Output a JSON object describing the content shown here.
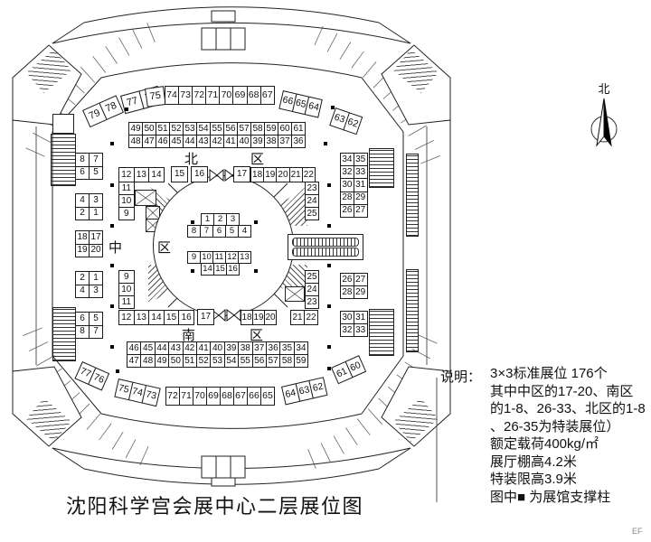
{
  "title": "沈阳科学宫会展中心二层展位图",
  "watermark": "EF",
  "compass_label": "北",
  "labels": {
    "north": [
      "北",
      "区"
    ],
    "center": [
      "中",
      "区"
    ],
    "south": [
      "南",
      "区"
    ]
  },
  "legend": {
    "heading": "说明：",
    "lines": [
      "3×3标准展位 176个",
      "其中中区的17-20、南区",
      "的1-8、26-33、北区的1-8",
      "、26-35为特装展位）",
      "额定载荷400kg/㎡",
      "展厅棚高4.2米",
      "特装限高3.9米",
      "图中■ 为展馆支撑柱"
    ]
  },
  "booths": {
    "ta79": [
      "79",
      "78"
    ],
    "ta77": [
      "77",
      "76"
    ],
    "ta75": [
      "75"
    ],
    "ta_run": [
      "74",
      "73",
      "72",
      "71",
      "70",
      "69",
      "68",
      "67"
    ],
    "ta66": [
      "66",
      "65",
      "64"
    ],
    "ta63": [
      "63",
      "62"
    ],
    "ni1": [
      "49",
      "50",
      "51",
      "52",
      "53",
      "54",
      "55",
      "56",
      "57",
      "58",
      "59",
      "60",
      "61"
    ],
    "ni2": [
      "48",
      "47",
      "46",
      "45",
      "44",
      "43",
      "42",
      "41",
      "40",
      "39",
      "38",
      "37",
      "36"
    ],
    "nr_l3": [
      "12",
      "13",
      "14"
    ],
    "nr_lv": [
      "11",
      "10",
      "9"
    ],
    "nr_15": [
      "15"
    ],
    "nr_16": [
      "16"
    ],
    "nr_17": [
      "17"
    ],
    "nr_r5": [
      "18",
      "19",
      "20",
      "21",
      "22"
    ],
    "nr_rv": [
      "23",
      "24",
      "25"
    ],
    "wb1": [
      [
        "8",
        "7"
      ],
      [
        "6",
        "5"
      ]
    ],
    "wb2": [
      [
        "4",
        "3"
      ],
      [
        "2",
        "1"
      ]
    ],
    "wb3": [
      [
        "18",
        "17"
      ],
      [
        "19",
        "20"
      ]
    ],
    "wb4": [
      [
        "2",
        "1"
      ],
      [
        "4",
        "3"
      ]
    ],
    "wb5": [
      [
        "6",
        "5"
      ],
      [
        "8",
        "7"
      ]
    ],
    "eb1": [
      [
        "34",
        "35"
      ],
      [
        "32",
        "33"
      ],
      [
        "30",
        "31"
      ],
      [
        "28",
        "29"
      ],
      [
        "26",
        "27"
      ]
    ],
    "eb2": [
      [
        "26",
        "27"
      ],
      [
        "28",
        "29"
      ]
    ],
    "eb3": [
      [
        "30",
        "31"
      ],
      [
        "32",
        "33"
      ]
    ],
    "ca1": [
      "1",
      "2",
      "3"
    ],
    "ca2": [
      "8",
      "7",
      "6",
      "5",
      "4"
    ],
    "cb1": [
      "9",
      "10",
      "11",
      "12",
      "13"
    ],
    "cb2": [
      "14",
      "15",
      "16"
    ],
    "sr_lv": [
      "9",
      "10",
      "11"
    ],
    "sr_l5": [
      "12",
      "13",
      "14",
      "15",
      "16"
    ],
    "sr_17": [
      "17"
    ],
    "sr_r3": [
      "18",
      "19",
      "20"
    ],
    "sr_p2": [
      "21",
      "22"
    ],
    "sr_rv": [
      "25",
      "24",
      "23"
    ],
    "si1": [
      "46",
      "45",
      "44",
      "43",
      "42",
      "41",
      "40",
      "39",
      "38",
      "37",
      "36",
      "35",
      "34"
    ],
    "si2": [
      "47",
      "48",
      "49",
      "50",
      "51",
      "52",
      "53",
      "54",
      "55",
      "56",
      "57",
      "58",
      "59"
    ],
    "ba77": [
      "77",
      "76"
    ],
    "ba75": [
      "75",
      "74",
      "73"
    ],
    "ba_run": [
      "72",
      "71",
      "70",
      "69",
      "68",
      "67",
      "66",
      "65"
    ],
    "ba64": [
      "64",
      "63",
      "62"
    ],
    "ba61": [
      "61",
      "60"
    ]
  }
}
